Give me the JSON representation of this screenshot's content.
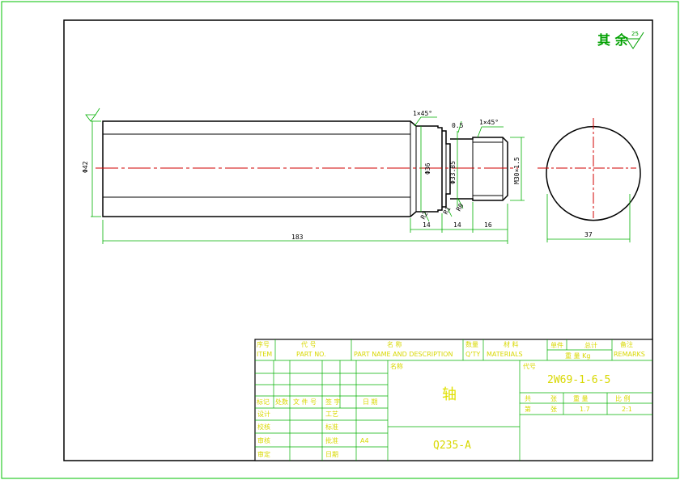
{
  "roughness": {
    "label": "其 余",
    "value": "25"
  },
  "dimensions": {
    "overall_length": "183",
    "dia_main": "Φ42",
    "dia_neck": "Φ36",
    "dia_groove": "Φ33.85",
    "thread": "M30×1.5",
    "chamfer1": "1×45°",
    "chamfer2": "1×45°",
    "small_val": "0.5",
    "seg1": "14",
    "seg2": "14",
    "seg3": "16",
    "radius1": "R2",
    "radius2": "R1",
    "radius3": "R0",
    "flat_width": "37"
  },
  "title_block": {
    "header": {
      "item": [
        "序号",
        "ITEM"
      ],
      "part_no": [
        "代 号",
        "PART NO."
      ],
      "name": [
        "名 称",
        "PART NAME AND DESCRIPTION"
      ],
      "qty": [
        "数量",
        "Q'TY"
      ],
      "material": [
        "材 料",
        "MATERIALS"
      ],
      "unit_weight": "单件",
      "total_weight": "总计",
      "weight_label": "重 量 Kg",
      "remarks": [
        "备注",
        "REMARKS"
      ]
    },
    "name_label": "名称",
    "code_label": "代号",
    "part_name": "轴",
    "part_code": "2W69-1-6-5",
    "material": "Q235-A",
    "revision_headers": [
      "标记",
      "处数",
      "文 件 号",
      "签 字",
      "日 期"
    ],
    "roles": [
      "设计",
      "校核",
      "审核",
      "审定"
    ],
    "roles_right": [
      "工艺",
      "标准",
      "批准",
      "日期"
    ],
    "sheet_size": "A4",
    "props_header": [
      "共",
      "张",
      "重 量",
      "比 例"
    ],
    "props_row_label": [
      "第",
      "张"
    ],
    "weight": "1.7",
    "scale": "2:1"
  }
}
